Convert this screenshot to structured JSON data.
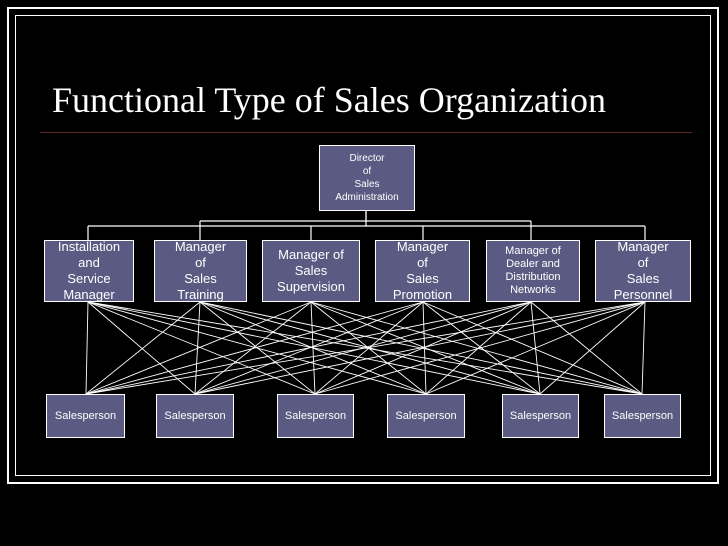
{
  "title": "Functional Type of Sales Organization",
  "director": "Director\nof\nSales\nAdministration",
  "managers": [
    "Installation\nand\nService\nManager",
    "Manager\nof\nSales\nTraining",
    "Manager of\nSales\nSupervision",
    "Manager\nof\nSales\nPromotion",
    "Manager of\nDealer  and\nDistribution\nNetworks",
    "Manager\nof\nSales\nPersonnel"
  ],
  "salespersons": [
    "Salesperson",
    "Salesperson",
    "Salesperson",
    "Salesperson",
    "Salesperson",
    "Salesperson"
  ],
  "colors": {
    "background": "#000000",
    "box_fill": "#5a5a82",
    "line": "#ffffff",
    "text": "#ffffff"
  }
}
